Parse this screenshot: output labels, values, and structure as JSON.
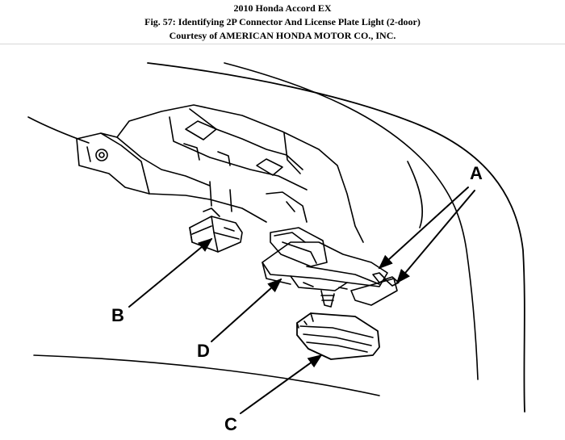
{
  "caption": {
    "vehicle": "2010 Honda Accord EX",
    "figure_title": "Fig. 57: Identifying 2P Connector And License Plate Light (2-door)",
    "courtesy": "Courtesy of AMERICAN HONDA MOTOR CO., INC."
  },
  "callouts": {
    "a": "A",
    "b": "B",
    "c": "C",
    "d": "D"
  }
}
